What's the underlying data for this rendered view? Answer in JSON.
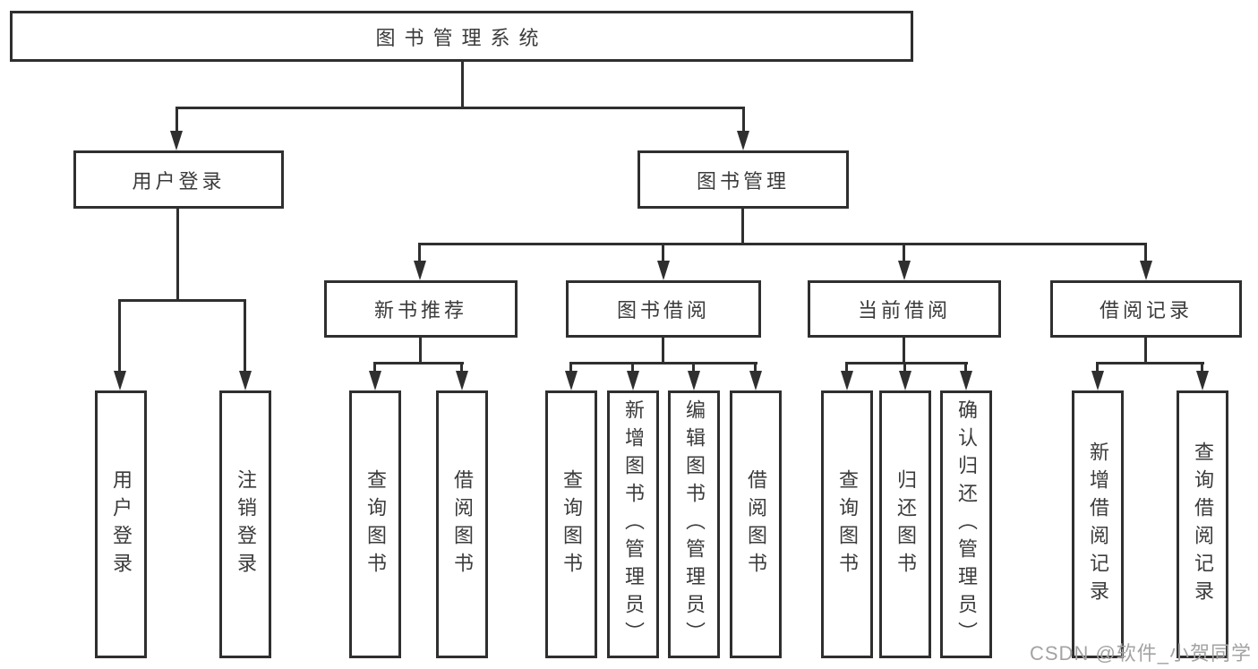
{
  "diagram": {
    "title": "图书管理系统",
    "tree": {
      "label": "图书管理系统",
      "children": [
        {
          "label": "用户登录",
          "children": [
            {
              "label": "用户登录"
            },
            {
              "label": "注销登录"
            }
          ]
        },
        {
          "label": "图书管理",
          "children": [
            {
              "label": "新书推荐",
              "children": [
                {
                  "label": "查询图书"
                },
                {
                  "label": "借阅图书"
                }
              ]
            },
            {
              "label": "图书借阅",
              "children": [
                {
                  "label": "查询图书"
                },
                {
                  "label": "新增图书（管理员）"
                },
                {
                  "label": "编辑图书（管理员）"
                },
                {
                  "label": "借阅图书"
                }
              ]
            },
            {
              "label": "当前借阅",
              "children": [
                {
                  "label": "查询图书"
                },
                {
                  "label": "归还图书"
                },
                {
                  "label": "确认归还（管理员）"
                }
              ]
            },
            {
              "label": "借阅记录",
              "children": [
                {
                  "label": "新增借阅记录"
                },
                {
                  "label": "查询借阅记录"
                }
              ]
            }
          ]
        }
      ]
    },
    "colors": {
      "line": "#2f2f2f",
      "text": "#3b3b3b",
      "background": "#ffffff",
      "watermark": "#a3a3a3"
    }
  },
  "watermark": "CSDN @软件_小贺同学"
}
